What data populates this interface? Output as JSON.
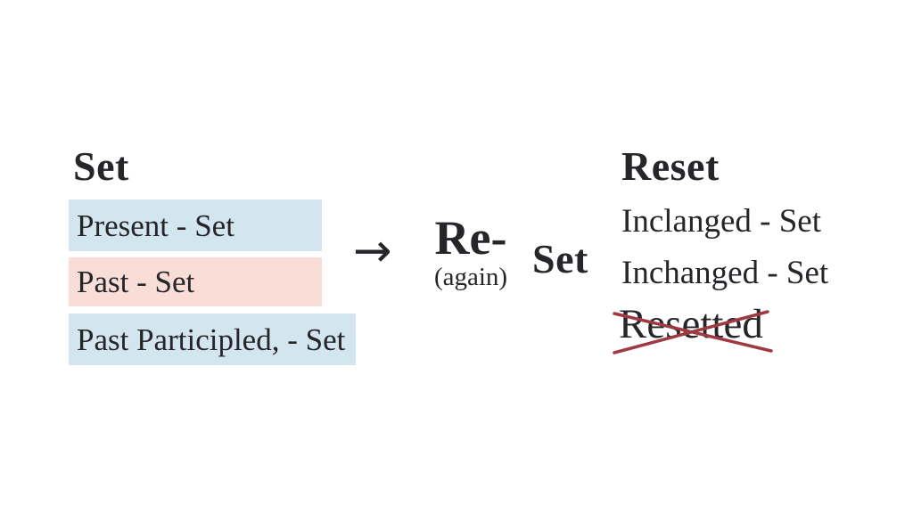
{
  "page": {
    "background": "#ffffff",
    "text_color": "#26262a"
  },
  "left_column": {
    "title": "Set",
    "rows": [
      {
        "label": "Present - Set",
        "bg": "#d3e5ee"
      },
      {
        "label": "Past - Set",
        "bg": "#f9ded8"
      },
      {
        "label": "Past Participled, - Set",
        "bg": "#d3e5ee"
      }
    ]
  },
  "middle": {
    "arrow": "→",
    "prefix": "Re-",
    "prefix_note": "(again)",
    "base_word": "Set"
  },
  "right_column": {
    "title": "Reset",
    "rows": [
      {
        "label": "Inclanged - Set"
      },
      {
        "label": "Inchanged - Set"
      }
    ],
    "crossed_out_word": "Resetted",
    "cross_color": "#a03a42"
  }
}
